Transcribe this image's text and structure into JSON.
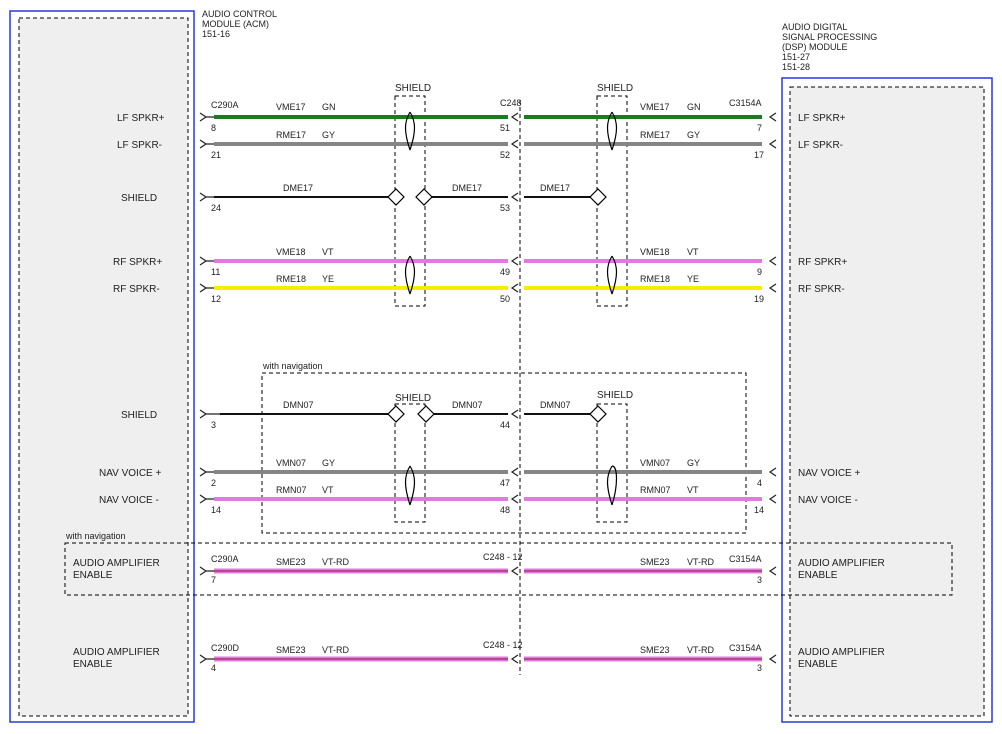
{
  "colors": {
    "GN": "#1e7a1e",
    "GY": "#858585",
    "BK": "#111111",
    "VT": "#e07ae0",
    "YE": "#f5ee00",
    "VT-RD": "#e07ae0",
    "module_fill": "#efefef",
    "module_border": "#2a3ad0"
  },
  "modules": {
    "acm": {
      "title": [
        "AUDIO CONTROL",
        "MODULE (ACM)",
        "151-16"
      ]
    },
    "dsp": {
      "title": [
        "AUDIO DIGITAL",
        "SIGNAL PROCESSING",
        "(DSP) MODULE",
        "151-27",
        "151-28"
      ]
    }
  },
  "shield_labels": [
    "SHIELD",
    "SHIELD",
    "SHIELD",
    "SHIELD"
  ],
  "with_navigation": [
    "with navigation",
    "with navigation"
  ],
  "connectors": {
    "c290a_1": "C290A",
    "c248_1": "C248",
    "c3154a_1": "C3154A",
    "c290a_2": "C290A",
    "c248_2": "C248 - 12",
    "c3154a_2": "C3154A",
    "c290d": "C290D",
    "c248_3": "C248 - 12",
    "c3154a_3": "C3154A"
  },
  "signals": {
    "lf_plus": {
      "left": "LF SPKR+",
      "right": "LF SPKR+",
      "pin_l": "8",
      "pin_m": "51",
      "pin_r": "7",
      "circuit": "VME17",
      "color": "GN"
    },
    "lf_minus": {
      "left": "LF SPKR-",
      "right": "LF SPKR-",
      "pin_l": "21",
      "pin_m": "52",
      "pin_r": "17",
      "circuit": "RME17",
      "color": "GY"
    },
    "shield1": {
      "left": "SHIELD",
      "pin_l": "24",
      "pin_m": "53",
      "circuit": "DME17"
    },
    "rf_plus": {
      "left": "RF SPKR+",
      "right": "RF SPKR+",
      "pin_l": "11",
      "pin_m": "49",
      "pin_r": "9",
      "circuit": "VME18",
      "color": "VT"
    },
    "rf_minus": {
      "left": "RF SPKR-",
      "right": "RF SPKR-",
      "pin_l": "12",
      "pin_m": "50",
      "pin_r": "19",
      "circuit": "RME18",
      "color": "YE"
    },
    "shield2": {
      "left": "SHIELD",
      "pin_l": "3",
      "pin_m": "44",
      "circuit": "DMN07"
    },
    "nav_plus": {
      "left": "NAV VOICE +",
      "right": "NAV VOICE +",
      "pin_l": "2",
      "pin_m": "47",
      "pin_r": "4",
      "circuit": "VMN07",
      "color": "GY"
    },
    "nav_minus": {
      "left": "NAV VOICE -",
      "right": "NAV VOICE -",
      "pin_l": "14",
      "pin_m": "48",
      "pin_r": "14",
      "circuit": "RMN07",
      "color": "VT"
    },
    "amp1": {
      "left": [
        "AUDIO AMPLIFIER",
        "ENABLE"
      ],
      "right": [
        "AUDIO AMPLIFIER",
        "ENABLE"
      ],
      "pin_l": "7",
      "pin_r": "3",
      "circuit": "SME23",
      "color": "VT-RD"
    },
    "amp2": {
      "left": [
        "AUDIO AMPLIFIER",
        "ENABLE"
      ],
      "right": [
        "AUDIO AMPLIFIER",
        "ENABLE"
      ],
      "pin_l": "4",
      "pin_r": "3",
      "circuit": "SME23",
      "color": "VT-RD"
    }
  }
}
